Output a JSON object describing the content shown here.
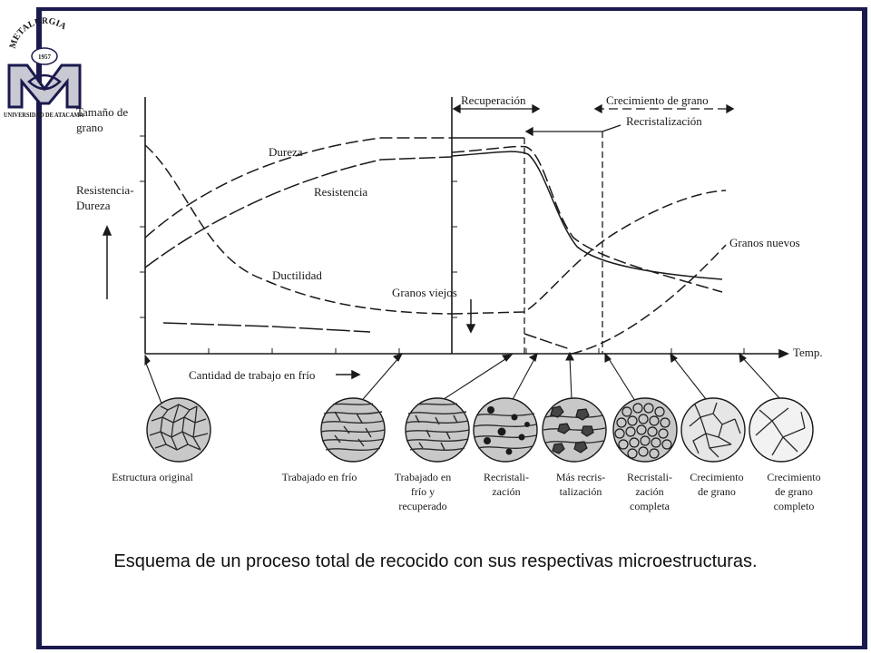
{
  "logo": {
    "arc_text": "METALURGIA",
    "year": "1957",
    "bottom_text": "UNIVERSIDAD DE ATACAMA"
  },
  "axis_labels": {
    "y_left_1": "Tamaño de",
    "y_left_2": "grano",
    "y_left_3": "Resistencia-",
    "y_left_4": "Dureza",
    "x_left": "Cantidad de trabajo en frío",
    "x_right": "Temp."
  },
  "stage_labels": {
    "recuperacion": "Recuperación",
    "crecimiento": "Crecimiento de grano",
    "recristalizacion": "Recristalización"
  },
  "curve_labels": {
    "dureza": "Dureza",
    "resistencia": "Resistencia",
    "ductilidad": "Ductilidad",
    "granos_viejos": "Granos viejos",
    "granos_nuevos": "Granos nuevos"
  },
  "micro_labels": [
    [
      "Estructura original"
    ],
    [
      "Trabajado en frío"
    ],
    [
      "Trabajado en",
      "frío y",
      "recuperado"
    ],
    [
      "Recristali-",
      "zación"
    ],
    [
      "Más recris-",
      "talización"
    ],
    [
      "Recristali-",
      "zación",
      "completa"
    ],
    [
      "Crecimiento",
      "de grano"
    ],
    [
      "Crecimiento",
      "de grano",
      "completo"
    ]
  ],
  "caption": "Esquema de un proceso total de recocido con sus respectivas microestructuras.",
  "colors": {
    "frame": "#1a1a4e",
    "ink": "#1a1a1a",
    "logo_fill": "#c9c9d3"
  }
}
